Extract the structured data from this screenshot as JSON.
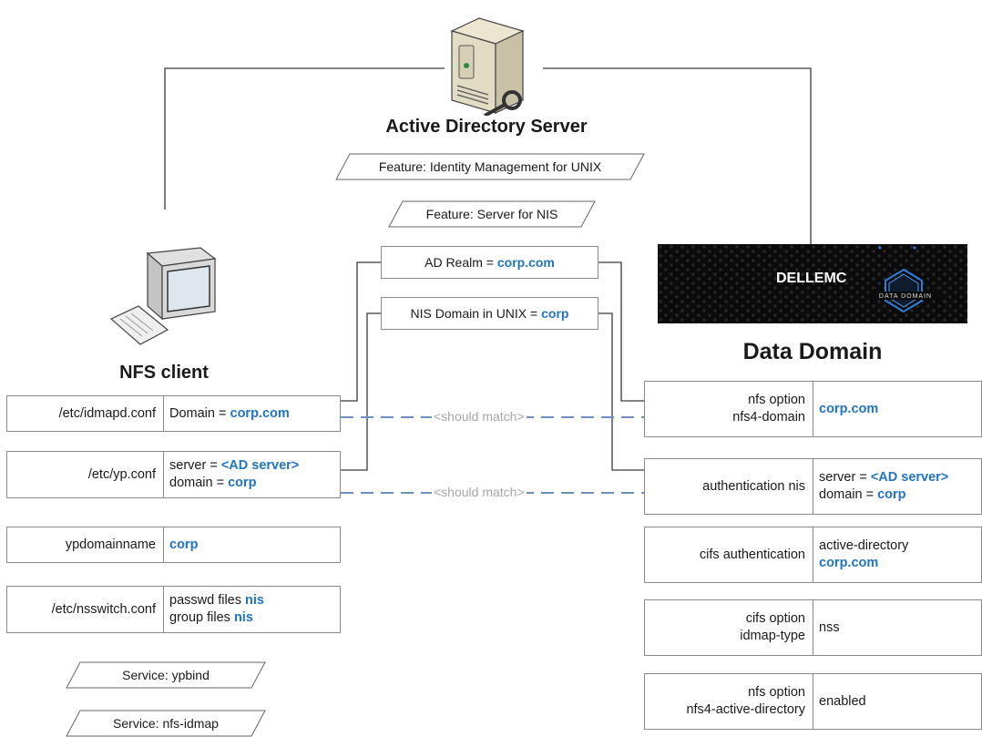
{
  "server": {
    "title": "Active Directory Server",
    "features": [
      "Feature: Identity Management for UNIX",
      "Feature: Server for NIS"
    ],
    "ad_realm": {
      "label": "AD Realm = ",
      "value": "corp.com"
    },
    "nis_domain": {
      "label": "NIS Domain in UNIX = ",
      "value": "corp"
    }
  },
  "client": {
    "title": "NFS client",
    "rows": [
      {
        "key": "/etc/idmapd.conf",
        "lines": [
          [
            {
              "t": "Domain = ",
              "b": false
            },
            {
              "t": "corp.com",
              "b": true
            }
          ]
        ]
      },
      {
        "key": "/etc/yp.conf",
        "lines": [
          [
            {
              "t": "server = ",
              "b": false
            },
            {
              "t": "<AD server>",
              "b": true
            }
          ],
          [
            {
              "t": "domain = ",
              "b": false
            },
            {
              "t": "corp",
              "b": true
            }
          ]
        ]
      },
      {
        "key": "ypdomainname",
        "lines": [
          [
            {
              "t": "corp",
              "b": true
            }
          ]
        ]
      },
      {
        "key": "/etc/nsswitch.conf",
        "lines": [
          [
            {
              "t": "passwd files ",
              "b": false
            },
            {
              "t": "nis",
              "b": true
            }
          ],
          [
            {
              "t": "group files ",
              "b": false
            },
            {
              "t": "nis",
              "b": true
            }
          ]
        ]
      }
    ],
    "services": [
      "Service: ypbind",
      "Service: nfs-idmap"
    ]
  },
  "datadomain": {
    "title": "Data Domain",
    "brand": "DELLEMC",
    "badge": "DATA DOMAIN",
    "rows": [
      {
        "key": [
          "nfs option",
          "nfs4-domain"
        ],
        "lines": [
          [
            {
              "t": "corp.com",
              "b": true
            }
          ]
        ]
      },
      {
        "key": [
          "authentication nis"
        ],
        "lines": [
          [
            {
              "t": "server = ",
              "b": false
            },
            {
              "t": "<AD server>",
              "b": true
            }
          ],
          [
            {
              "t": "domain = ",
              "b": false
            },
            {
              "t": "corp",
              "b": true
            }
          ]
        ]
      },
      {
        "key": [
          "cifs authentication"
        ],
        "lines": [
          [
            {
              "t": "active-directory",
              "b": false
            }
          ],
          [
            {
              "t": "corp.com",
              "b": true
            }
          ]
        ]
      },
      {
        "key": [
          "cifs option",
          "idmap-type"
        ],
        "lines": [
          [
            {
              "t": "nss",
              "b": false
            }
          ]
        ]
      },
      {
        "key": [
          "nfs option",
          "nfs4-active-directory"
        ],
        "lines": [
          [
            {
              "t": "enabled",
              "b": false
            }
          ]
        ]
      }
    ]
  },
  "match_label": "<should match>",
  "colors": {
    "accent": "#1f74c6",
    "dash": "#6d8fbf",
    "line": "#3a3a3a"
  }
}
